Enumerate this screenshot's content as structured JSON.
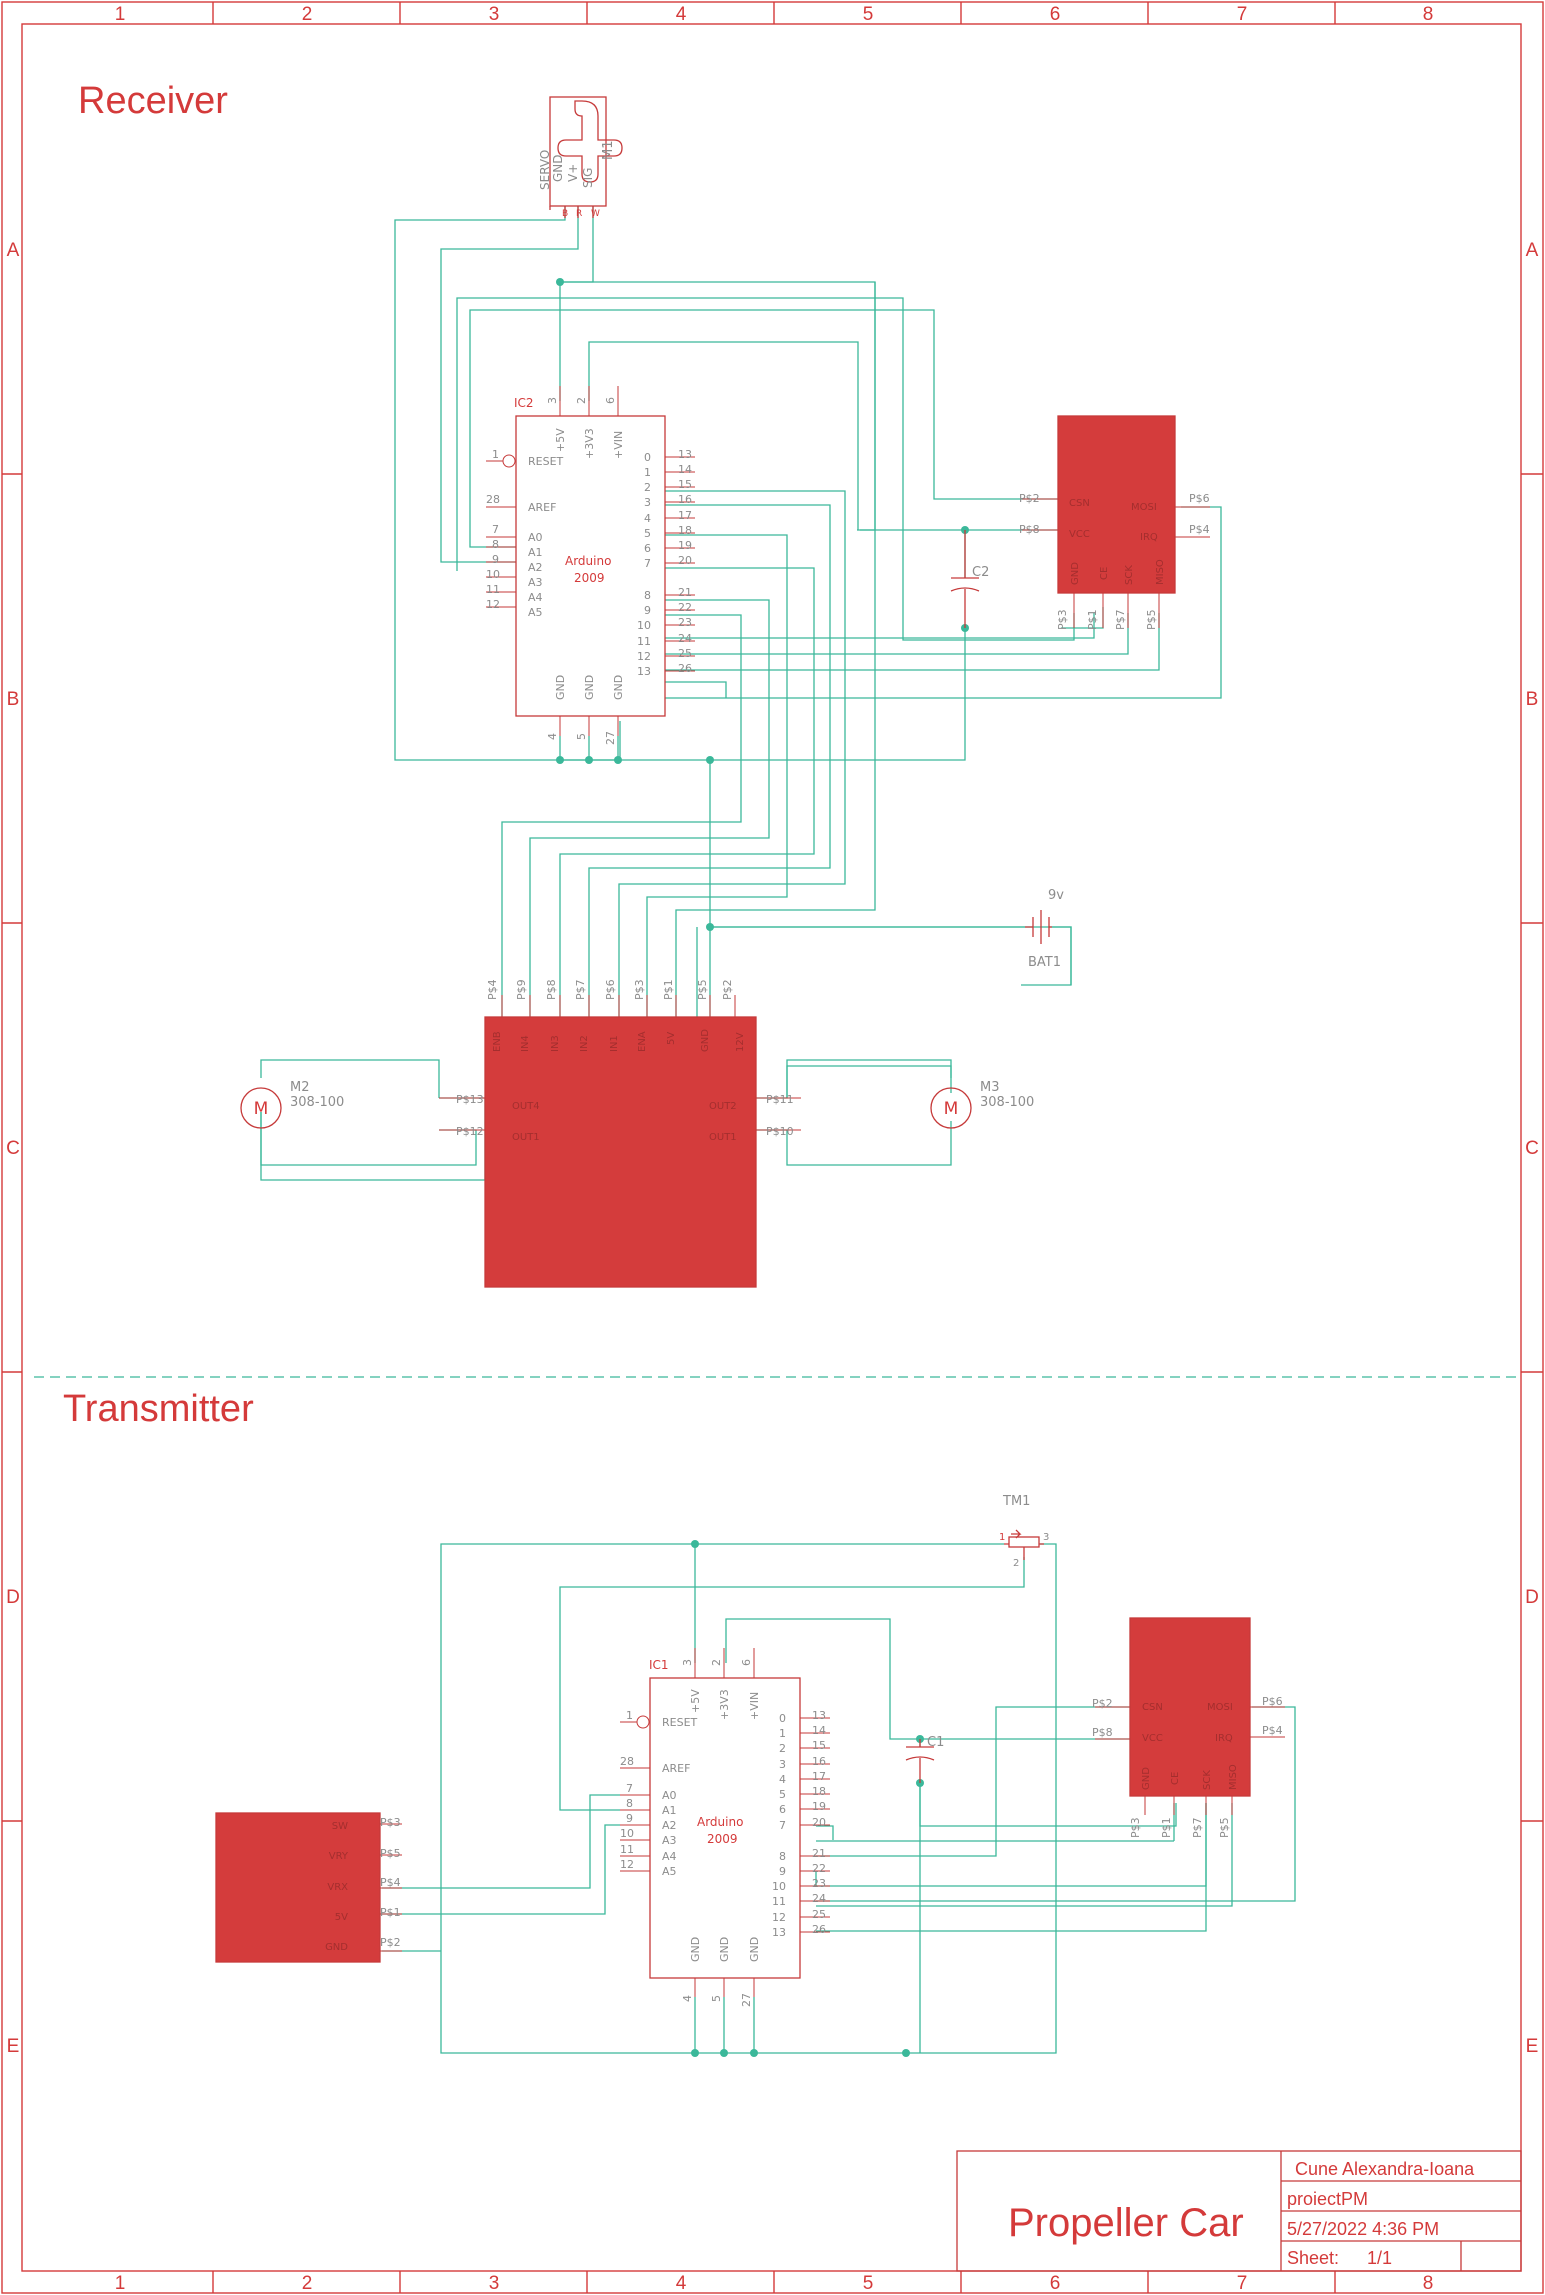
{
  "frame": {
    "columns": [
      "1",
      "2",
      "3",
      "4",
      "5",
      "6",
      "7",
      "8"
    ],
    "rows": [
      "A",
      "B",
      "C",
      "D",
      "E"
    ]
  },
  "sections": {
    "receiver": "Receiver",
    "transmitter": "Transmitter"
  },
  "title_block": {
    "title": "Propeller Car",
    "author": "Cune Alexandra-Ioana",
    "project": "proiectPM",
    "date": "5/27/2022 4:36 PM",
    "sheet_label": "Sheet:",
    "sheet_value": "1/1"
  },
  "arduino": {
    "model": "Arduino",
    "model_num": "2009",
    "pins": {
      "p5v": "+5V",
      "p3v3": "+3V3",
      "vin": "+VIN",
      "reset": "RESET",
      "aref": "AREF",
      "gnd": "GND",
      "analog": [
        "A0",
        "A1",
        "A2",
        "A3",
        "A4",
        "A5"
      ],
      "digital": [
        "0",
        "1",
        "2",
        "3",
        "4",
        "5",
        "6",
        "7",
        "8",
        "9",
        "10",
        "11",
        "12",
        "13"
      ],
      "left_nums": [
        "1",
        "28",
        "7",
        "8",
        "9",
        "10",
        "11",
        "12"
      ],
      "top_nums": [
        "3",
        "2",
        "6"
      ],
      "bottom_nums": [
        "4",
        "5",
        "27"
      ],
      "right_nums": [
        "13",
        "14",
        "15",
        "16",
        "17",
        "18",
        "19",
        "20",
        "21",
        "22",
        "23",
        "24",
        "25",
        "26"
      ]
    }
  },
  "receiver": {
    "ic_name": "IC2",
    "servo": {
      "name": "M1",
      "type": "SERVO",
      "pins": [
        "GND",
        "V+",
        "SIG"
      ],
      "wires": [
        "B",
        "R",
        "W"
      ]
    },
    "rf_module": {
      "pins_left": [
        "P$2",
        "P$8"
      ],
      "pins_right": [
        "P$6",
        "P$4"
      ],
      "pins_bottom": [
        "P$3",
        "P$1",
        "P$7",
        "P$5"
      ],
      "inner_left": [
        "CSN",
        "VCC"
      ],
      "inner_right": [
        "MOSI",
        "IRQ"
      ],
      "inner_bottom": [
        "GND",
        "CE",
        "SCK",
        "MISO"
      ]
    },
    "capacitor": "C2",
    "battery": {
      "name": "BAT1",
      "value": "9v"
    },
    "driver": {
      "top_pins": [
        "P$4",
        "P$9",
        "P$8",
        "P$7",
        "P$6",
        "P$3",
        "P$1",
        "P$5",
        "P$2"
      ],
      "top_inner": [
        "ENB",
        "IN4",
        "IN3",
        "IN2",
        "IN1",
        "ENA",
        "5V",
        "GND",
        "12V"
      ],
      "left_pins": [
        "P$13",
        "P$12"
      ],
      "left_inner": [
        "OUT4",
        "OUT1"
      ],
      "right_pins": [
        "P$11",
        "P$10"
      ],
      "right_inner": [
        "OUT2",
        "OUT1"
      ]
    },
    "motor_left": {
      "name": "M2",
      "value": "308-100",
      "symbol": "M"
    },
    "motor_right": {
      "name": "M3",
      "value": "308-100",
      "symbol": "M"
    }
  },
  "transmitter": {
    "ic_name": "IC1",
    "trimmer": {
      "name": "TM1",
      "pins": [
        "1",
        "2",
        "3"
      ]
    },
    "capacitor": "C1",
    "rf_module": {
      "pins_left": [
        "P$2",
        "P$8"
      ],
      "pins_right": [
        "P$6",
        "P$4"
      ],
      "pins_bottom": [
        "P$3",
        "P$1",
        "P$7",
        "P$5"
      ],
      "inner_left": [
        "CSN",
        "VCC"
      ],
      "inner_right": [
        "MOSI",
        "IRQ"
      ],
      "inner_bottom": [
        "GND",
        "CE",
        "SCK",
        "MISO"
      ]
    },
    "joystick": {
      "pins": [
        "P$3",
        "P$5",
        "P$4",
        "P$1",
        "P$2"
      ],
      "inner": [
        "SW",
        "VRY",
        "VRX",
        "5V",
        "GND"
      ]
    }
  }
}
